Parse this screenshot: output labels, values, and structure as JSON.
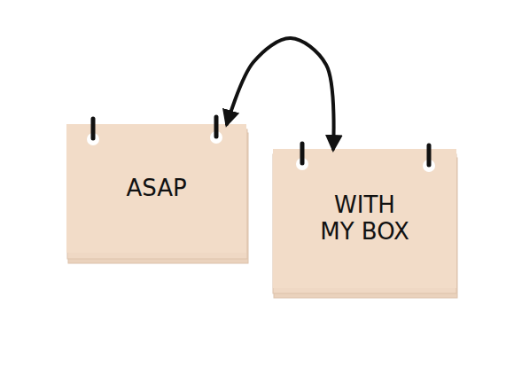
{
  "diagram": {
    "nodes": [
      {
        "text": [
          "ASAP"
        ]
      },
      {
        "text": [
          "WITH MY BOX"
        ]
      }
    ],
    "edges": [
      {
        "from": 0,
        "to": 1,
        "arrow": "both"
      }
    ]
  }
}
